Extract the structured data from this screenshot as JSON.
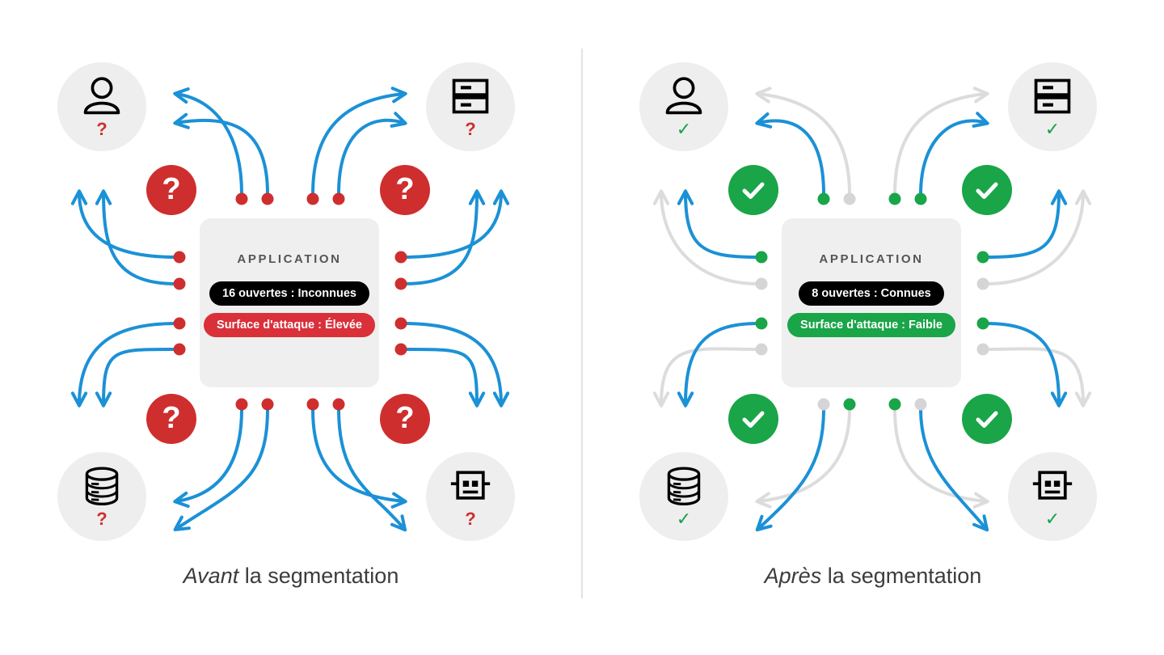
{
  "palette": {
    "blue": "#1b91d6",
    "red": "#cf2e2e",
    "red_pill": "#d9303a",
    "green": "#19a548",
    "grey_wire": "#dcdcdc",
    "grey_dot": "#d5d5d5",
    "circle_bg": "#eeeeee",
    "card_bg": "#efefef",
    "black_pill": "#000000",
    "text": "#3c3c3c",
    "divider": "#e3e3e3"
  },
  "panels": [
    {
      "id": "before",
      "caption_emphasis": "Avant",
      "caption_rest": " la segmentation",
      "app": {
        "title": "APPLICATION",
        "ports_label": "8 ouvertes : Connues",
        "surface_label": "Surface d'attaque : Élevée"
      },
      "nodes": [
        {
          "position": "top-left",
          "icon": "user-icon",
          "status": "?"
        },
        {
          "position": "top-right",
          "icon": "server-icon",
          "status": "?"
        },
        {
          "position": "bottom-left",
          "icon": "database-icon",
          "status": "?"
        },
        {
          "position": "bottom-right",
          "icon": "robot-icon",
          "status": "?"
        }
      ],
      "badges": [
        {
          "position": "top-left",
          "symbol": "?",
          "state": "unknown"
        },
        {
          "position": "top-right",
          "symbol": "?",
          "state": "unknown"
        },
        {
          "position": "bottom-left",
          "symbol": "?",
          "state": "unknown"
        },
        {
          "position": "bottom-right",
          "symbol": "?",
          "state": "unknown"
        }
      ],
      "connections": {
        "total": 16,
        "active": 16,
        "blocked": 0,
        "wire_state": "all-open"
      }
    },
    {
      "id": "after",
      "caption_emphasis": "Après",
      "caption_rest": " la segmentation",
      "app": {
        "title": "APPLICATION",
        "ports_label": "8 ouvertes : Connues",
        "surface_label": "Surface d'attaque : Faible"
      },
      "nodes": [
        {
          "position": "top-left",
          "icon": "user-icon",
          "status": "check"
        },
        {
          "position": "top-right",
          "icon": "server-icon",
          "status": "check"
        },
        {
          "position": "bottom-left",
          "icon": "database-icon",
          "status": "check"
        },
        {
          "position": "bottom-right",
          "icon": "robot-icon",
          "status": "check"
        }
      ],
      "badges": [
        {
          "position": "top-left",
          "symbol": "check",
          "state": "verified"
        },
        {
          "position": "top-right",
          "symbol": "check",
          "state": "verified"
        },
        {
          "position": "bottom-left",
          "symbol": "check",
          "state": "verified"
        },
        {
          "position": "bottom-right",
          "symbol": "check",
          "state": "verified"
        }
      ],
      "connections": {
        "total": 16,
        "active": 8,
        "blocked": 8,
        "wire_state": "half-blocked"
      }
    }
  ],
  "left_app": {
    "title": "APPLICATION",
    "ports_label": "16 ouvertes : Inconnues",
    "surface_label": "Surface d'attaque : Élevée"
  },
  "right_app": {
    "title": "APPLICATION",
    "ports_label": "8 ouvertes : Connues",
    "surface_label": "Surface d'attaque : Faible"
  },
  "left_caption": {
    "emphasis": "Avant",
    "rest": " la segmentation"
  },
  "right_caption": {
    "emphasis": "Après",
    "rest": " la segmentation"
  },
  "node_marks": {
    "question": "?",
    "check": "✓"
  }
}
